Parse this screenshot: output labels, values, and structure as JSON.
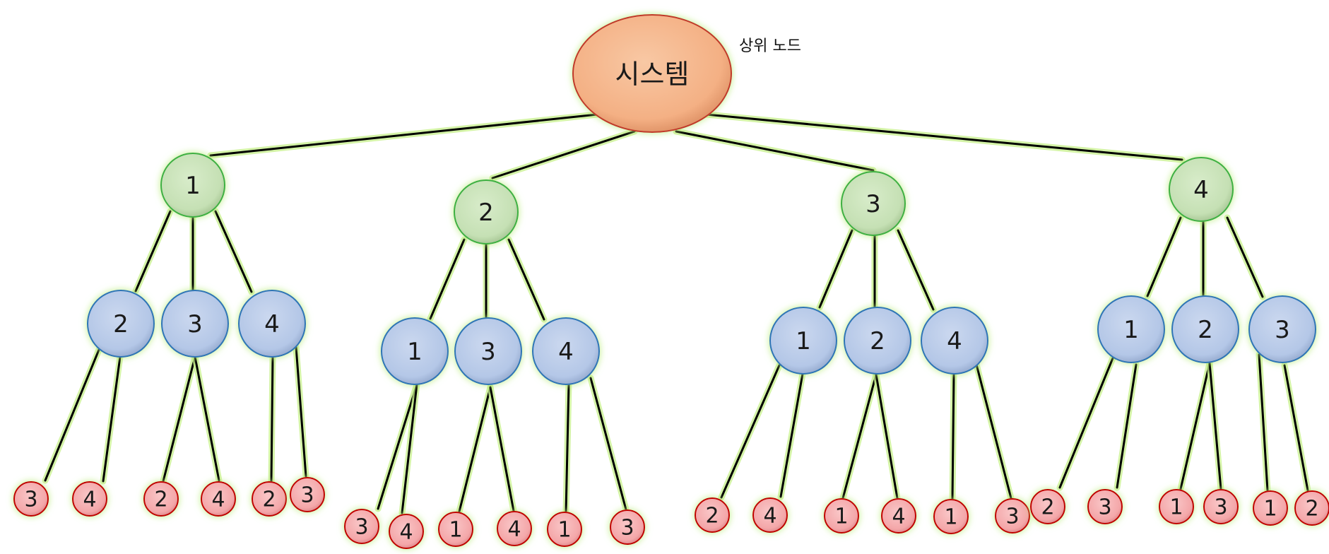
{
  "diagram": {
    "annotation": "상위 노드",
    "colors": {
      "root_fill": "#f4b084",
      "root_stroke": "#c0392b",
      "level1_fill": "#c5e0b4",
      "level1_stroke": "#3cb043",
      "level2_fill": "#b4c7e7",
      "level2_stroke": "#2e75b6",
      "level3_fill": "#f4a7a9",
      "level3_stroke": "#c00000",
      "glow": "#c6f08a",
      "edge": "#000000"
    },
    "root": {
      "label": "시스템"
    },
    "level1": [
      {
        "label": "1"
      },
      {
        "label": "2"
      },
      {
        "label": "3"
      },
      {
        "label": "4"
      }
    ],
    "level2": [
      {
        "label": "2"
      },
      {
        "label": "3"
      },
      {
        "label": "4"
      },
      {
        "label": "1"
      },
      {
        "label": "3"
      },
      {
        "label": "4"
      },
      {
        "label": "1"
      },
      {
        "label": "2"
      },
      {
        "label": "4"
      },
      {
        "label": "1"
      },
      {
        "label": "2"
      },
      {
        "label": "3"
      }
    ],
    "level3": [
      {
        "label": "3"
      },
      {
        "label": "4"
      },
      {
        "label": "2"
      },
      {
        "label": "4"
      },
      {
        "label": "2"
      },
      {
        "label": "3"
      },
      {
        "label": "3"
      },
      {
        "label": "4"
      },
      {
        "label": "1"
      },
      {
        "label": "4"
      },
      {
        "label": "1"
      },
      {
        "label": "3"
      },
      {
        "label": "2"
      },
      {
        "label": "4"
      },
      {
        "label": "1"
      },
      {
        "label": "4"
      },
      {
        "label": "1"
      },
      {
        "label": "3"
      },
      {
        "label": "2"
      },
      {
        "label": "3"
      },
      {
        "label": "1"
      },
      {
        "label": "3"
      },
      {
        "label": "1"
      },
      {
        "label": "2"
      }
    ]
  }
}
